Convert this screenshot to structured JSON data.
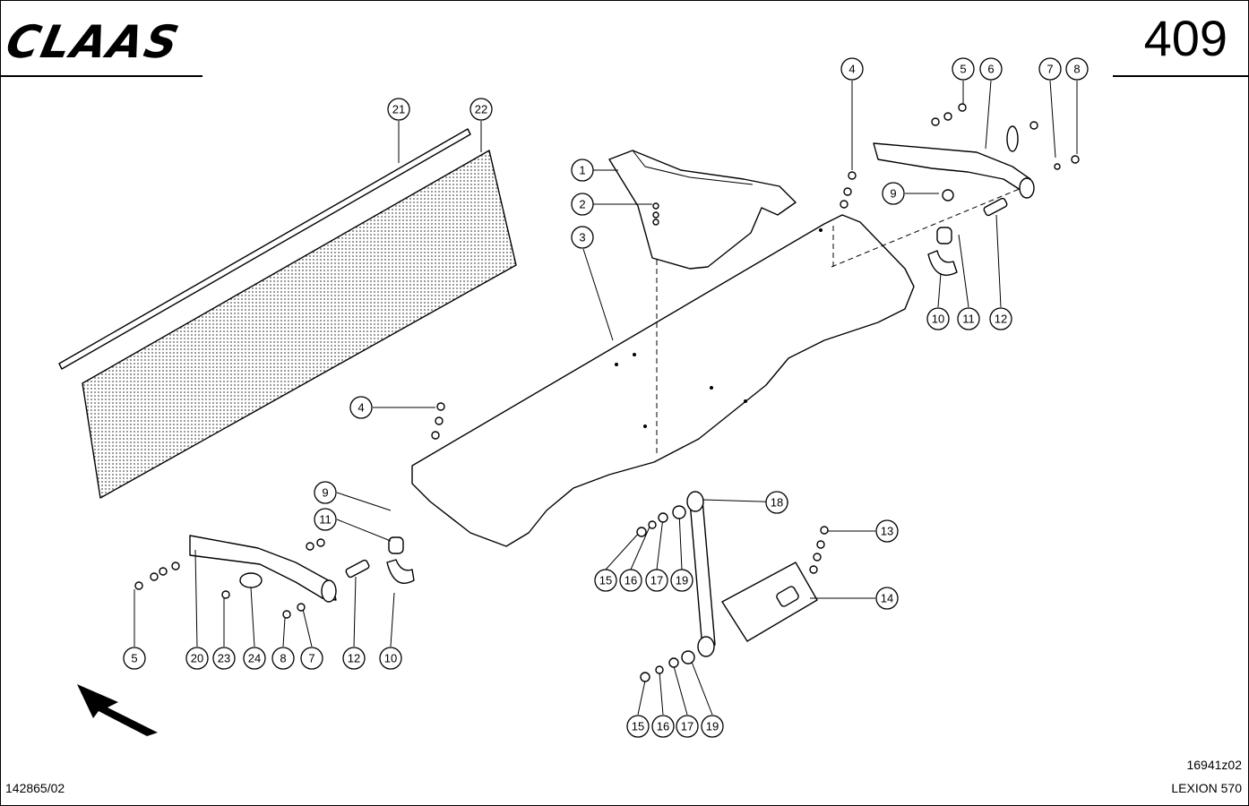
{
  "header": {
    "brand": "CLAAS",
    "page_number": "409"
  },
  "footer": {
    "drawing_code": "16941z02",
    "model": "LEXION 570",
    "sheet_code": "142865/02"
  },
  "icons": {
    "logo": "claas-logo",
    "direction": "direction-arrow-icon"
  },
  "callouts": [
    "1",
    "2",
    "3",
    "4",
    "4",
    "5",
    "5",
    "6",
    "7",
    "7",
    "8",
    "8",
    "9",
    "9",
    "10",
    "10",
    "11",
    "11",
    "12",
    "12",
    "13",
    "14",
    "15",
    "15",
    "16",
    "16",
    "17",
    "17",
    "18",
    "19",
    "19",
    "20",
    "21",
    "22",
    "23",
    "24"
  ]
}
